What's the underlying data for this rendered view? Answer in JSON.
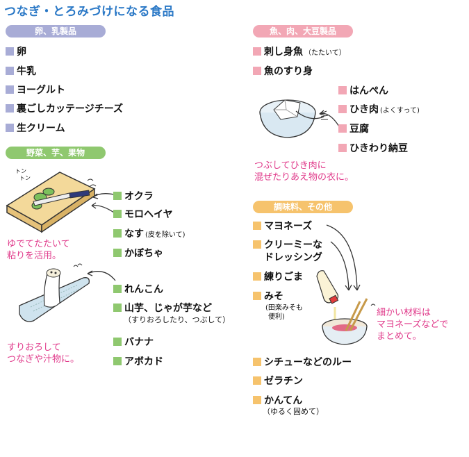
{
  "title": "つなぎ・とろみづけになる食品",
  "groups": {
    "eggs_dairy": {
      "label": "卵、乳製品",
      "items": [
        "卵",
        "牛乳",
        "ヨーグルト",
        "裏ごしカッテージチーズ",
        "生クリーム"
      ]
    },
    "vegetables": {
      "label": "野菜、芋、果物",
      "items": [
        "オクラ",
        "モロヘイヤ",
        "なす",
        "かぼちゃ",
        "れんこん",
        "山芋、じゃが芋など",
        "バナナ",
        "アボカド"
      ],
      "nasu_note": "(皮を除いて)",
      "yam_note": "（すりおろしたり、つぶして）",
      "tip1": [
        "ゆでてたたいて",
        "粘りを活用。"
      ],
      "tip2": [
        "すりおろして",
        "つなぎや汁物に。"
      ],
      "board_sound": [
        "トン",
        "トン"
      ]
    },
    "fish_meat": {
      "label": "魚、肉、大豆製品",
      "items": [
        "刺し身魚",
        "魚のすり身",
        "はんぺん",
        "ひき肉",
        "豆腐",
        "ひきわり納豆"
      ],
      "sashimi_note": "（たたいて）",
      "mince_note": "(よくすって)",
      "tip": [
        "つぶしてひき肉に",
        "混ぜたりあえ物の衣に。"
      ]
    },
    "seasoning": {
      "label": "調味料、その他",
      "items": [
        "マヨネーズ",
        "クリーミーな",
        "練りごま",
        "みそ",
        "シチューなどのルー",
        "ゼラチン",
        "かんてん"
      ],
      "dressing_line2": "ドレッシング",
      "miso_note": [
        "(田楽みそも",
        "便利)"
      ],
      "kanten_note": "（ゆるく固めて）",
      "tip": [
        "細かい材料は",
        "マヨネーズなどで",
        "まとめて。"
      ]
    }
  },
  "colors": {
    "title": "#2a78c6",
    "purple": "#a8acd6",
    "green": "#8fc86f",
    "pink": "#f2a7b5",
    "orange": "#f6c36d",
    "tip_text": "#e0398a"
  }
}
